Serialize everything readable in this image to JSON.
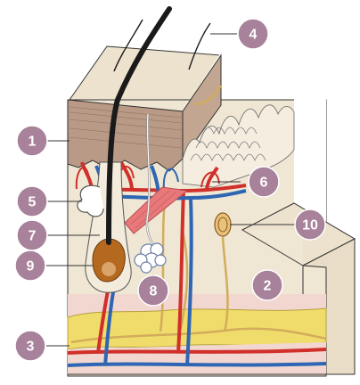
{
  "diagram": {
    "markers": [
      {
        "id": "m1",
        "label": "1"
      },
      {
        "id": "m2",
        "label": "2"
      },
      {
        "id": "m3",
        "label": "3"
      },
      {
        "id": "m4",
        "label": "4"
      },
      {
        "id": "m5",
        "label": "5"
      },
      {
        "id": "m6",
        "label": "6"
      },
      {
        "id": "m7",
        "label": "7"
      },
      {
        "id": "m8",
        "label": "8"
      },
      {
        "id": "m9",
        "label": "9"
      },
      {
        "id": "m10",
        "label": "10"
      }
    ],
    "colors": {
      "epidermis": "#ede3cf",
      "dermis_band": "#b89a86",
      "dermis_body": "#efe7d2",
      "fat": "#f0dc6a",
      "hypodermis_pink": "#f2d7d0",
      "artery": "#d12f2a",
      "vein": "#2e66b3",
      "nerve": "#d2ac5c",
      "hair": "#1a1a1a",
      "marker": "#a8819a"
    }
  }
}
